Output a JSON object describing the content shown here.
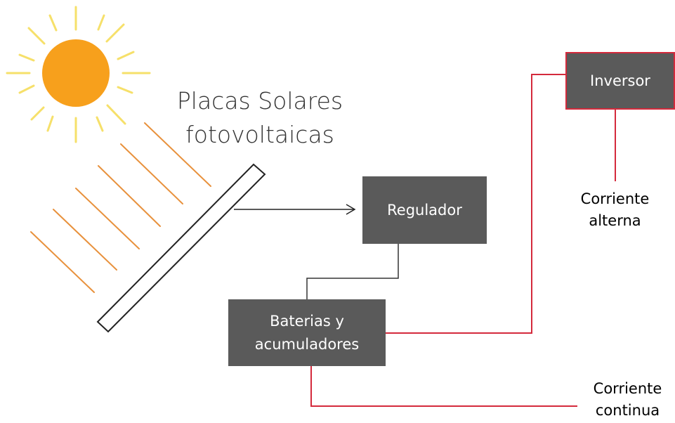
{
  "title": {
    "line1": "Placas Solares",
    "line2": "fotovoltaicas"
  },
  "boxes": {
    "regulador": "Regulador",
    "baterias_line1": "Baterias y",
    "baterias_line2": "acumuladores",
    "inversor": "Inversor"
  },
  "outputs": {
    "ac_line1": "Corriente",
    "ac_line2": "alterna",
    "dc_line1": "Corriente",
    "dc_line2": "continua"
  },
  "colors": {
    "sun": "#f7a01c",
    "rays": "#f6e06a",
    "light_beams": "#e8913c",
    "boxes": "#5a5a5a",
    "ac_dc_wires": "#d42a3c",
    "dc_wire_link": "#333333"
  }
}
